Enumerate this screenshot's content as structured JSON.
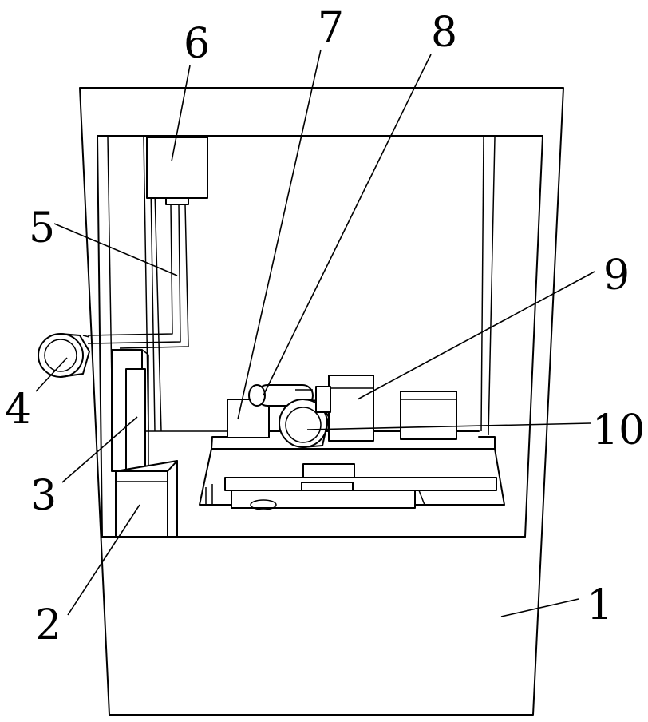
{
  "labels": {
    "l1": "1",
    "l2": "2",
    "l3": "3",
    "l4": "4",
    "l5": "5",
    "l6": "6",
    "l7": "7",
    "l8": "8",
    "l9": "9",
    "l10": "10"
  },
  "colors": {
    "stroke": "#000000",
    "background": "#ffffff"
  }
}
